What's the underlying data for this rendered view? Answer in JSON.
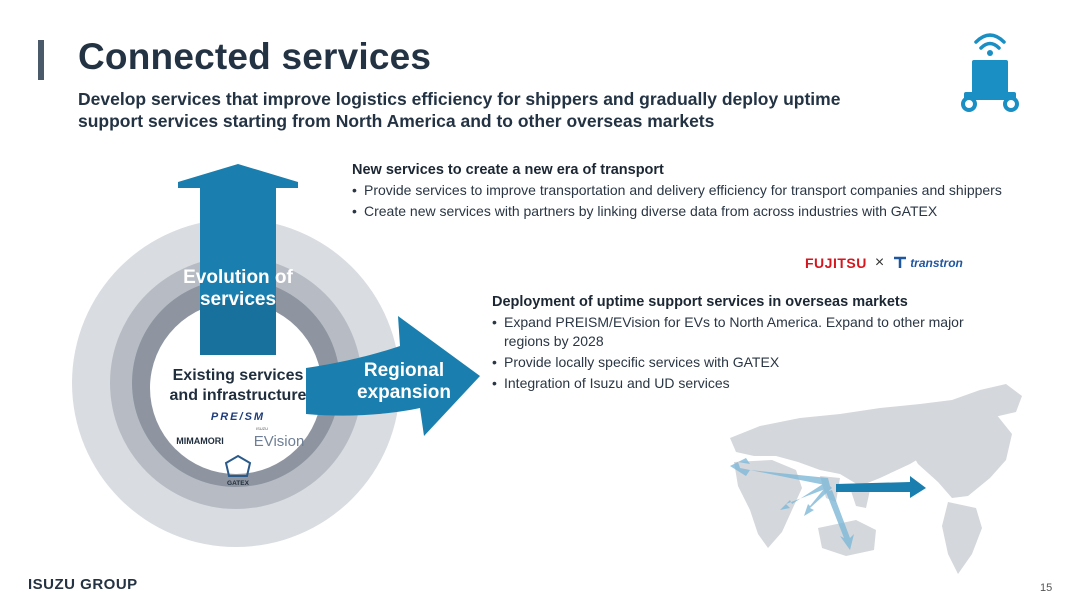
{
  "slide": {
    "title": "Connected services",
    "subtitle": "Develop services that improve logistics efficiency for shippers and gradually deploy uptime support services starting from North America and to other overseas markets",
    "corner_icon": "connected-truck-icon"
  },
  "diagram": {
    "arrow_up_label_1": "Evolution of",
    "arrow_up_label_2": "services",
    "arrow_right_label_1": "Regional",
    "arrow_right_label_2": "expansion",
    "center_label_1": "Existing services",
    "center_label_2": "and infrastructure",
    "logos": {
      "preism": "PRE/SM",
      "mimamori": "MIMAMORI",
      "evision_small": "ISUZU",
      "evision": "EVision",
      "gatex": "GATEX"
    },
    "colors": {
      "arrow": "#1a7fae",
      "arrow_dark": "#16638b",
      "ring_outer": "#d9dce1",
      "ring_mid": "#b7bcc4",
      "ring_inner": "#8e95a0"
    }
  },
  "section1": {
    "heading": "New services to create a new era of transport",
    "bullets": [
      "Provide services to improve transportation and delivery efficiency for transport companies and shippers",
      "Create new services with partners by linking diverse data from across industries with GATEX"
    ]
  },
  "partners": {
    "left": "FUJITSU",
    "times": "×",
    "right": "transtron"
  },
  "section2": {
    "heading": "Deployment of uptime support services in overseas markets",
    "bullets": [
      "Expand PREISM/EVision for EVs to North America. Expand to other major regions by 2028",
      "Provide locally specific services with GATEX",
      "Integration of Isuzu and UD services"
    ]
  },
  "footer": {
    "brand": "ISUZU GROUP",
    "page": "15"
  }
}
